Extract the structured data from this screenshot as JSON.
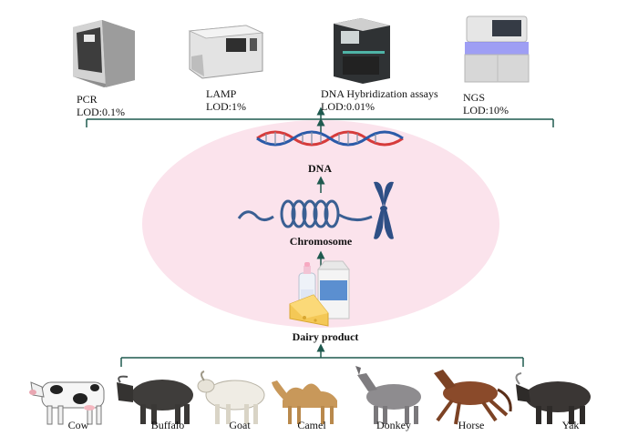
{
  "instruments": [
    {
      "name": "PCR",
      "lod": "LOD:0.1%",
      "icon": "pcr-machine-icon"
    },
    {
      "name": "LAMP",
      "lod": "LOD:1%",
      "icon": "lamp-machine-icon"
    },
    {
      "name": "DNA Hybridization assays",
      "lod": "LOD:0.01%",
      "icon": "hybridization-machine-icon"
    },
    {
      "name": "NGS",
      "lod": "LOD:10%",
      "icon": "ngs-sequencer-icon"
    }
  ],
  "center": {
    "dna_label": "DNA",
    "chromosome_label": "Chromosome",
    "dairy_label": "Dairy product"
  },
  "animals": [
    "Cow",
    "Buffalo",
    "Goat",
    "Camel",
    "Donkey",
    "Horse",
    "Yak"
  ],
  "colors": {
    "line": "#1f5a4f",
    "oval": "#fbe3ec",
    "dna_red": "#d63b3b",
    "dna_blue": "#2b5aa8",
    "chromosome": "#3a5f93"
  }
}
